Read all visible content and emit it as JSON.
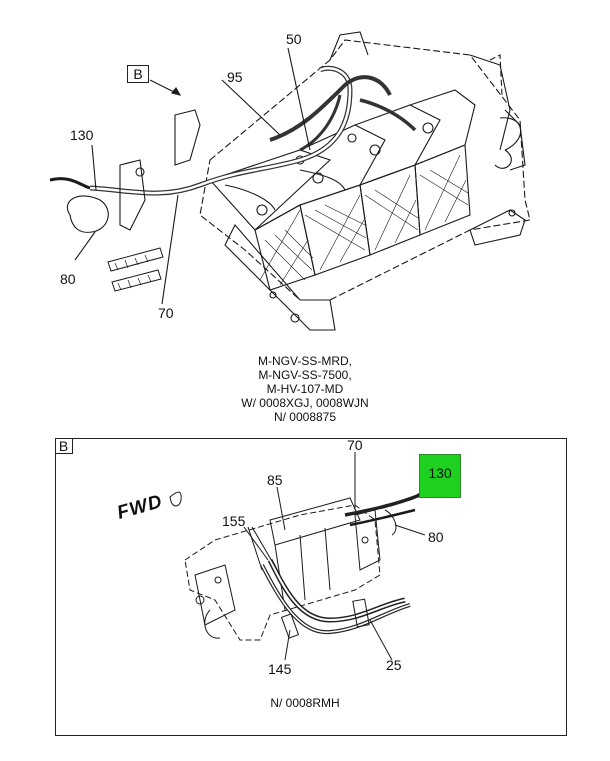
{
  "view_tag": "B",
  "main_callouts": {
    "c50": "50",
    "c95": "95",
    "c130": "130",
    "c80": "80",
    "c70": "70"
  },
  "applicability": {
    "lines": [
      "M-NGV-SS-MRD,",
      "M-NGV-SS-7500,",
      "M-HV-107-MD",
      "W/ 0008XGJ, 0008WJN",
      "N/ 0008875"
    ]
  },
  "detail": {
    "tag": "B",
    "fwd": "FWD",
    "callouts": {
      "c130": "130",
      "c85": "85",
      "c70": "70",
      "c155": "155",
      "c80": "80",
      "c145": "145",
      "c25": "25"
    },
    "highlight_color": "#1ed11e",
    "note": "N/ 0008RMH"
  }
}
